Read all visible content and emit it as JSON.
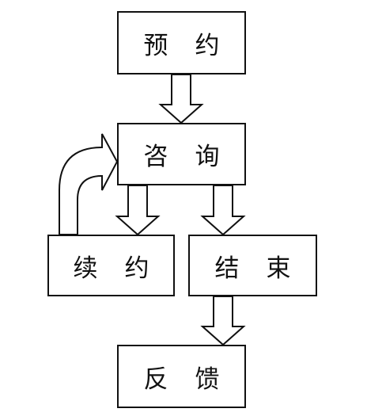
{
  "nodes": {
    "reservation": "预约",
    "consultation": "咨询",
    "renewal": "续约",
    "end": "结束",
    "feedback": "反馈"
  },
  "edges": [
    {
      "from": "reservation",
      "to": "consultation"
    },
    {
      "from": "consultation",
      "to": "renewal"
    },
    {
      "from": "consultation",
      "to": "end"
    },
    {
      "from": "end",
      "to": "feedback"
    },
    {
      "from": "renewal",
      "to": "consultation"
    }
  ],
  "colors": {
    "stroke": "#111111",
    "background": "#ffffff"
  }
}
